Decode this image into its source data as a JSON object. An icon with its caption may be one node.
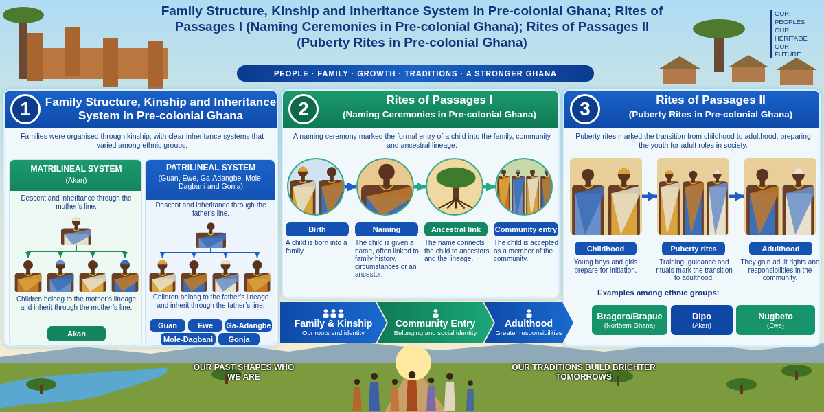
{
  "diagram": {
    "title": "Family Structure, Kinship and Inheritance System in Pre-colonial Ghana; Rites of Passages I (Naming Ceremonies in Pre-colonial Ghana); Rites of Passages II (Puberty Rites in Pre-colonial Ghana)",
    "nodes": [
      {
        "text": [
          "1",
          "Family Structure, Kinship and Inheritance System in Pre-colonial Ghana",
          "Families were organised through kinship, with clear inheritance systems that varied among ethnic groups."
        ]
      },
      {
        "text": [
          "MATRILINEAL SYSTEM",
          "(Akan)",
          "Descent and inheritance through the mother’s line.",
          "Children belong to the mother’s lineage and inherit through the mother’s line."
        ],
        "in": 0
      },
      {
        "text": [],
        "shape": "picture",
        "in": 1
      },
      {
        "text": [],
        "shape": "picture",
        "in": 1
      },
      {
        "text": [],
        "shape": "picture",
        "in": 1
      },
      {
        "text": [],
        "shape": "picture",
        "in": 1
      },
      {
        "text": [],
        "shape": "picture",
        "in": 1
      },
      {
        "text": [
          "Akan"
        ],
        "in": 1
      },
      {
        "text": [
          "PATRILINEAL SYSTEM",
          "(Guan, Ewe, Ga-Adangbe, Mole-Dagbani and Gonja)",
          "Descent and inheritance through the father’s line.",
          "Children belong to the father’s lineage and inherit through the father’s line."
        ],
        "in": 0
      },
      {
        "text": [],
        "shape": "picture",
        "in": 8
      },
      {
        "text": [],
        "shape": "picture",
        "in": 8
      },
      {
        "text": [],
        "shape": "picture",
        "in": 8
      },
      {
        "text": [],
        "shape": "picture",
        "in": 8
      },
      {
        "text": [],
        "shape": "picture",
        "in": 8
      },
      {
        "text": [
          "Guan"
        ],
        "in": 8
      },
      {
        "text": [
          "Ewe"
        ],
        "in": 8
      },
      {
        "text": [
          "Ga-Adangbe"
        ],
        "in": 8
      },
      {
        "text": [
          "Mole-Dagbani"
        ],
        "in": 8
      },
      {
        "text": [
          "Gonja"
        ],
        "in": 8
      },
      {
        "text": [
          "2",
          "Rites of Passages I",
          "(Naming Ceremonies in Pre-colonial Ghana)",
          "A naming ceremony marked the formal entry of a child into the family, community and ancestral lineage."
        ]
      },
      {
        "text": [],
        "shape": "picture",
        "in": 19
      },
      {
        "text": [],
        "shape": "picture",
        "in": 19
      },
      {
        "text": [],
        "shape": "picture",
        "in": 19
      },
      {
        "text": [],
        "shape": "picture",
        "in": 19
      },
      {
        "text": [
          "Birth"
        ],
        "in": 19,
        "beside": [
          "A child is born into a family."
        ]
      },
      {
        "text": [
          "Naming"
        ],
        "in": 19,
        "beside": [
          "The child is given a name, often linked to family history, circumstances or an ancestor."
        ]
      },
      {
        "text": [
          "Ancestral link"
        ],
        "in": 19,
        "beside": [
          "The name connects the child to ancestors and the lineage."
        ]
      },
      {
        "text": [
          "Community entry"
        ],
        "in": 19,
        "beside": [
          "The child is accepted as a member of the community."
        ]
      },
      {
        "text": [
          "3",
          "Rites of Passages II",
          "(Puberty Rites in Pre-colonial Ghana)",
          "Puberty rites marked the transition from childhood to adulthood, preparing the youth for adult roles in society."
        ]
      },
      {
        "text": [],
        "shape": "picture",
        "in": 28
      },
      {
        "text": [],
        "shape": "picture",
        "in": 28
      },
      {
        "text": [],
        "shape": "picture",
        "in": 28
      },
      {
        "text": [
          "Childhood"
        ],
        "in": 28,
        "beside": [
          "Young boys and girls prepare for initiation."
        ]
      },
      {
        "text": [
          "Puberty rites"
        ],
        "in": 28,
        "beside": [
          "Training, guidance and rituals mark the transition to adulthood."
        ]
      },
      {
        "text": [
          "Adulthood"
        ],
        "in": 28,
        "beside": [
          "They gain adult rights and responsibilities in the community."
        ]
      },
      {
        "text": [
          "Bragoro/Brapue",
          "(Northern Ghana)"
        ],
        "in": 28
      },
      {
        "text": [
          "Dipo",
          "(Akan)"
        ],
        "in": 28
      },
      {
        "text": [
          "Nugbeto",
          "(Ewe)"
        ],
        "in": 28
      },
      {
        "text": [
          "Family & Kinship",
          "Our roots and identity"
        ]
      },
      {
        "text": [
          "Community Entry",
          "Belonging and social identity"
        ]
      },
      {
        "text": [
          "Adulthood",
          "Greater responsibilities"
        ]
      }
    ],
    "edges": [
      {
        "from": 2,
        "to": 3,
        "arrow": "to",
        "color": "#1e8a5a"
      },
      {
        "from": 2,
        "to": 4,
        "arrow": "to",
        "color": "#1e8a5a"
      },
      {
        "from": 2,
        "to": 5,
        "arrow": "to",
        "color": "#1e8a5a"
      },
      {
        "from": 2,
        "to": 6,
        "arrow": "to",
        "color": "#1e8a5a"
      },
      {
        "from": 9,
        "to": 10,
        "arrow": "to"
      },
      {
        "from": 9,
        "to": 11,
        "arrow": "to"
      },
      {
        "from": 9,
        "to": 12,
        "arrow": "to"
      },
      {
        "from": 9,
        "to": 13,
        "arrow": "to"
      },
      {
        "from": 20,
        "to": 21,
        "arrow": "to",
        "style": "thick"
      },
      {
        "from": 21,
        "to": 22,
        "arrow": "to",
        "style": "thick",
        "color": "#22a88a"
      },
      {
        "from": 22,
        "to": 23,
        "arrow": "to",
        "style": "thick",
        "color": "#22a88a"
      },
      {
        "from": 29,
        "to": 30,
        "arrow": "to",
        "style": "thick"
      },
      {
        "from": 30,
        "to": 31,
        "arrow": "to",
        "style": "thick"
      }
    ],
    "labels": [
      "PEOPLE · FAMILY · GROWTH · TRADITIONS · A STRONGER GHANA",
      "OUR PEOPLES OUR HERITAGE OUR FUTURE",
      "Examples among ethnic groups:",
      "OUR PAST SHAPES WHO WE ARE",
      "OUR TRADITIONS BUILD BRIGHTER TOMORROWS"
    ]
  }
}
